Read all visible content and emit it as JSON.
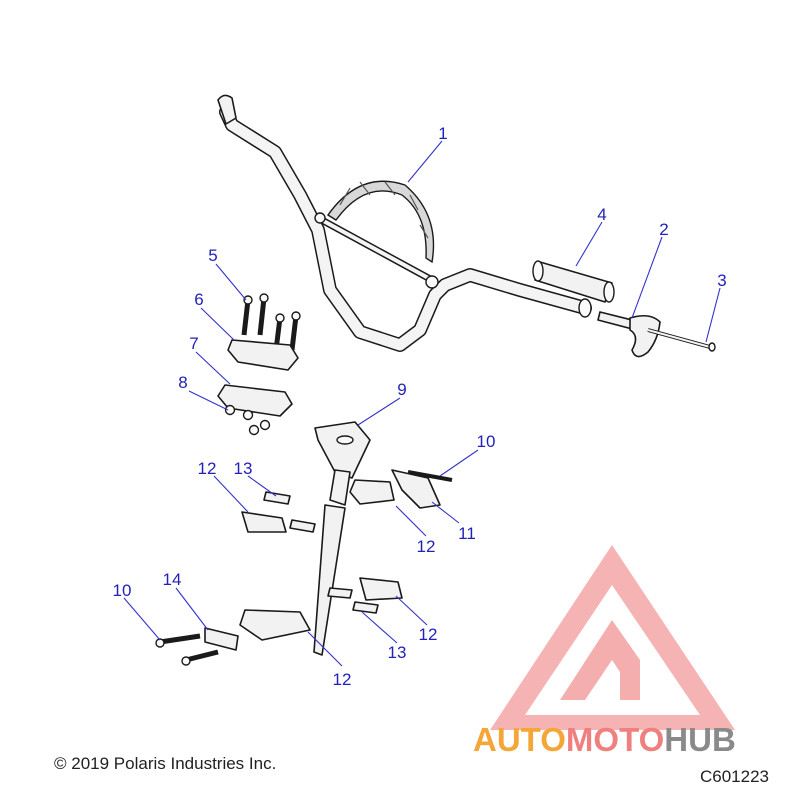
{
  "callouts": [
    {
      "id": "c1",
      "label": "1"
    },
    {
      "id": "c2",
      "label": "2"
    },
    {
      "id": "c3",
      "label": "3"
    },
    {
      "id": "c4",
      "label": "4"
    },
    {
      "id": "c5",
      "label": "5"
    },
    {
      "id": "c6",
      "label": "6"
    },
    {
      "id": "c7",
      "label": "7"
    },
    {
      "id": "c8",
      "label": "8"
    },
    {
      "id": "c9",
      "label": "9"
    },
    {
      "id": "c10a",
      "label": "10"
    },
    {
      "id": "c11",
      "label": "11"
    },
    {
      "id": "c12a",
      "label": "12"
    },
    {
      "id": "c13a",
      "label": "13"
    },
    {
      "id": "c12b",
      "label": "12"
    },
    {
      "id": "c10b",
      "label": "10"
    },
    {
      "id": "c14",
      "label": "14"
    },
    {
      "id": "c12c",
      "label": "12"
    },
    {
      "id": "c13b",
      "label": "13"
    },
    {
      "id": "c12d",
      "label": "12"
    }
  ],
  "footer": {
    "copyright": "© 2019 Polaris Industries Inc.",
    "figure_id": "C601223"
  },
  "watermark": {
    "part1": "AUTO",
    "part2": "MOTO",
    "part3": "HUB",
    "colors": {
      "auto": "#f4a637",
      "moto": "#f08080",
      "hub": "#8a8a8a",
      "logo": "#f08080"
    }
  }
}
